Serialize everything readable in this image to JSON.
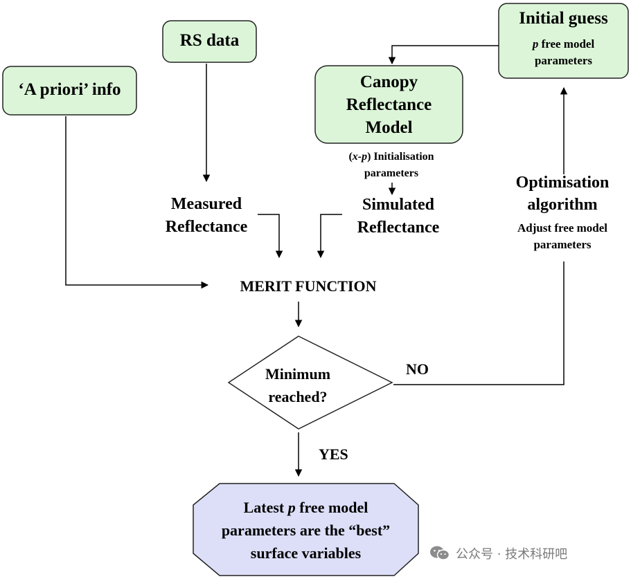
{
  "diagram": {
    "nodes": {
      "rs_data": "RS data",
      "a_priori": "‘A priori’ info",
      "canopy_model": {
        "line1": "Canopy",
        "line2": "Reflectance",
        "line3": "Model"
      },
      "initial_guess": {
        "title": "Initial guess",
        "sub_var": "p",
        "sub_rest1": " free model",
        "sub_line2": "parameters"
      },
      "init_params": {
        "open": "(",
        "var": "x-p",
        "close": ")",
        "rest1": " Initialisation",
        "line2": "parameters"
      },
      "measured": {
        "line1": "Measured",
        "line2": "Reflectance"
      },
      "simulated": {
        "line1": "Simulated",
        "line2": "Reflectance"
      },
      "optimisation": {
        "line1": "Optimisation",
        "line2": "algorithm",
        "sub1": "Adjust free model",
        "sub2": "parameters"
      },
      "merit": "MERIT FUNCTION",
      "decision": {
        "line1": "Minimum",
        "line2": "reached?"
      },
      "result": {
        "l1_pre": "Latest ",
        "l1_var": "p",
        "l1_post": " free model",
        "line2": "parameters are the “best”",
        "line3": "surface variables"
      }
    },
    "edges": {
      "no_label": "NO",
      "yes_label": "YES"
    },
    "colors": {
      "box_fill": "#dcf5d8",
      "box_stroke": "#222222",
      "result_fill": "#dcdff7",
      "line": "#000000"
    }
  },
  "watermark": {
    "text": "公众号 · 技术科研吧",
    "icon": "wechat-icon"
  }
}
